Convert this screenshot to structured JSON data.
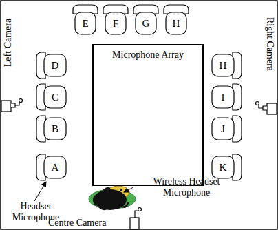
{
  "diagram": {
    "nodes": [
      {
        "text": [
          "E"
        ]
      },
      {
        "text": [
          "F"
        ]
      },
      {
        "text": [
          "G"
        ]
      },
      {
        "text": [
          "H"
        ]
      },
      {
        "text": [
          "D"
        ]
      },
      {
        "text": [
          "C"
        ]
      },
      {
        "text": [
          "B"
        ]
      },
      {
        "text": [
          "A"
        ]
      },
      {
        "text": [
          "Microphone Array"
        ]
      },
      {
        "text": [
          "H"
        ]
      },
      {
        "text": [
          "I"
        ]
      },
      {
        "text": [
          "J"
        ]
      },
      {
        "text": [
          "K"
        ]
      }
    ],
    "labels": [
      "Left Camera",
      "Right Camera",
      "Wireless Headset Microphone",
      "Headset Microphone",
      "Centre Camera"
    ]
  }
}
